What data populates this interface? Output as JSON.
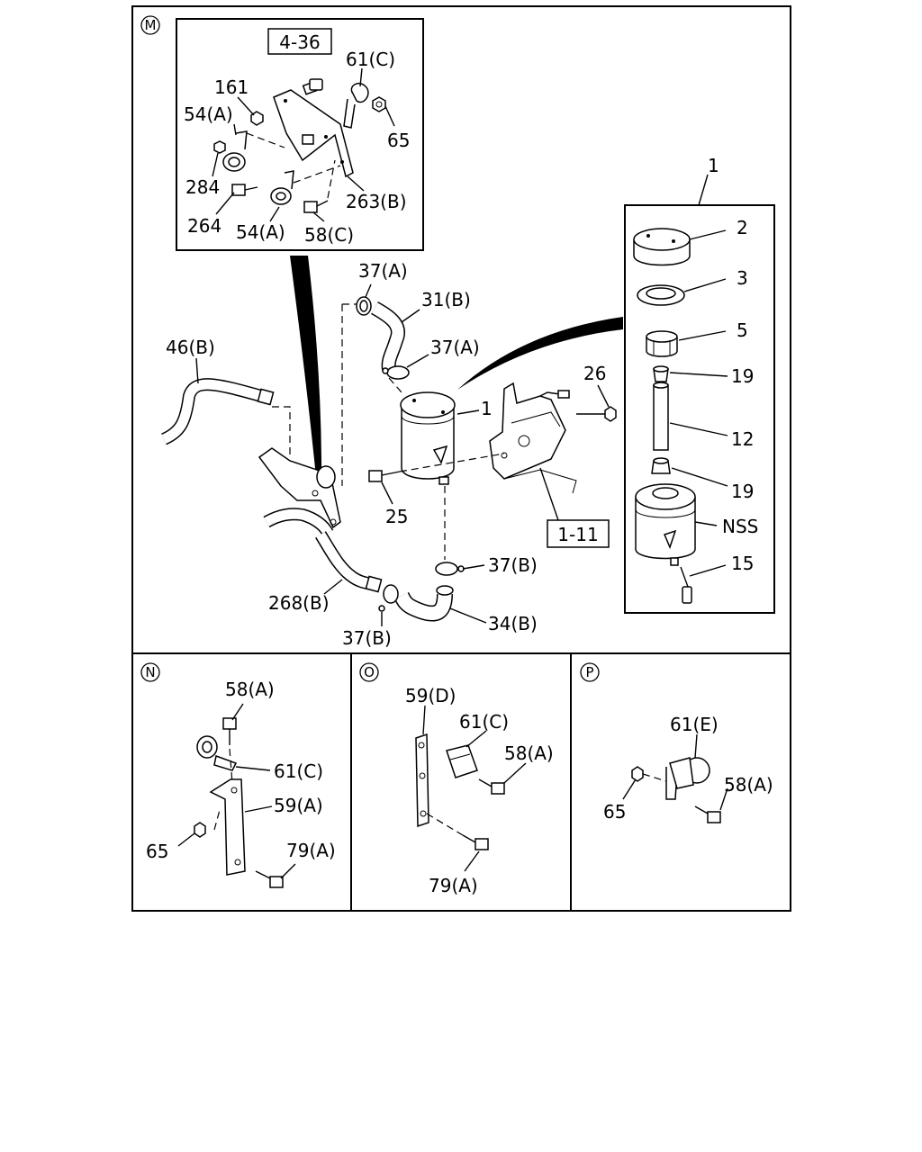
{
  "sections": {
    "m": "M",
    "n": "N",
    "o": "O",
    "p": "P"
  },
  "refs": {
    "r1": "4-36",
    "r2": "1-11"
  },
  "labels": {
    "m": {
      "l61c": "61(C)",
      "l161": "161",
      "l54a1": "54(A)",
      "l65": "65",
      "l284": "284",
      "l263b": "263(B)",
      "l264": "264",
      "l54a2": "54(A)",
      "l58c": "58(C)",
      "l37a1": "37(A)",
      "l31b": "31(B)",
      "l46b": "46(B)",
      "l37a2": "37(A)",
      "l26": "26",
      "l1a": "1",
      "l25": "25",
      "l37b1": "37(B)",
      "l268b": "268(B)",
      "l34b": "34(B)",
      "l37b2": "37(B)"
    },
    "kit": {
      "l1": "1",
      "l2": "2",
      "l3": "3",
      "l5": "5",
      "l19a": "19",
      "l12": "12",
      "l19b": "19",
      "lnss": "NSS",
      "l15": "15"
    },
    "n": {
      "l58a": "58(A)",
      "l61c": "61(C)",
      "l59a": "59(A)",
      "l65": "65",
      "l79a": "79(A)"
    },
    "o": {
      "l59d": "59(D)",
      "l61c": "61(C)",
      "l58a": "58(A)",
      "l79a": "79(A)"
    },
    "p": {
      "l61e": "61(E)",
      "l58a": "58(A)",
      "l65": "65"
    }
  }
}
